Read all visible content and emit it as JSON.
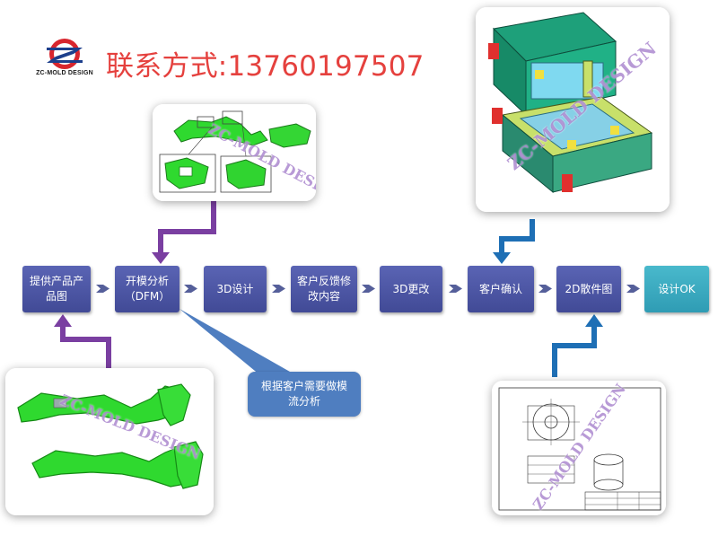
{
  "logo": {
    "text": "ZC-MOLD DESIGN"
  },
  "contact": {
    "text": "联系方式:13760197507"
  },
  "watermark": "ZC-MOLD DESIGN",
  "steps": [
    {
      "label": "提供产品产品图"
    },
    {
      "label": "开模分析（DFM）"
    },
    {
      "label": "3D设计"
    },
    {
      "label": "客户反馈修改内容"
    },
    {
      "label": "3D更改"
    },
    {
      "label": "客户确认"
    },
    {
      "label": "2D散件图"
    },
    {
      "label": "设计OK"
    }
  ],
  "callout": {
    "text": "根据客户需要做模流分析"
  },
  "colors": {
    "step": "#4a529f",
    "step_last": "#3aaac0",
    "purple_arrow": "#7a3fa1",
    "blue_arrow": "#1e6fb5",
    "callout": "#4f7ec0",
    "contact": "#e5413e"
  }
}
